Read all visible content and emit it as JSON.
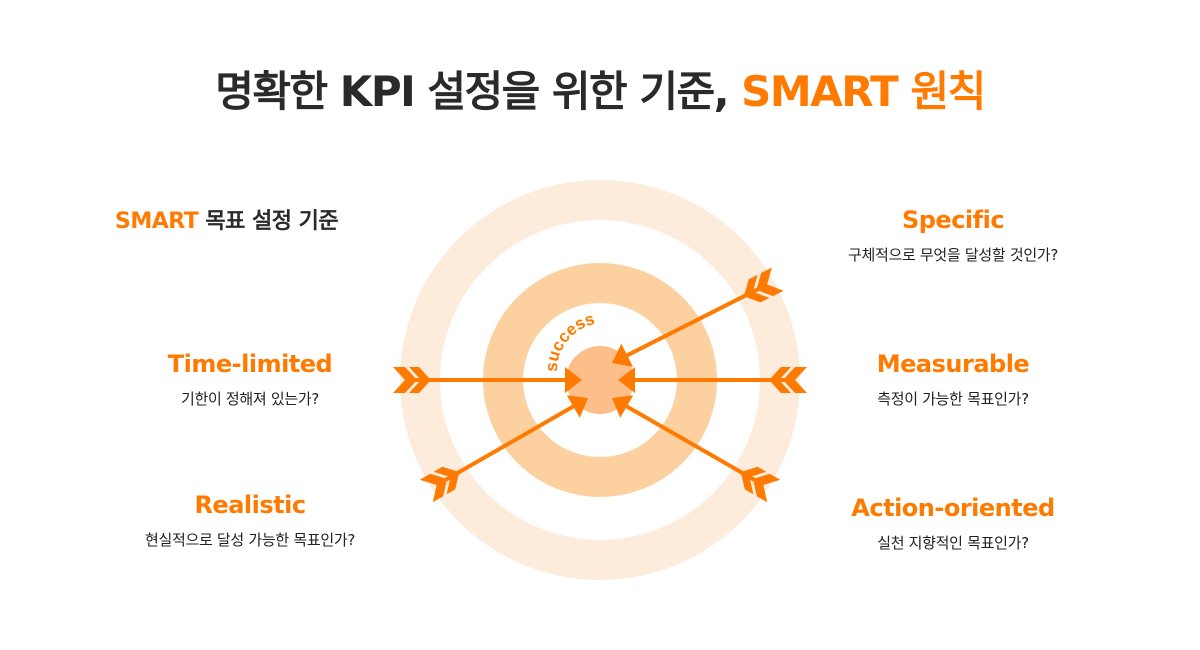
{
  "title": {
    "main": "명확한 KPI 설정을 위한 기준, ",
    "accent": "SMART 원칙"
  },
  "heading": {
    "accent": "SMART",
    "rest": " 목표 설정 기준"
  },
  "center_label": "success",
  "criteria": [
    {
      "title": "Specific",
      "desc": "구체적으로 무엇을 달성할 것인가?"
    },
    {
      "title": "Measurable",
      "desc": "측정이 가능한 목표인가?"
    },
    {
      "title": "Action-oriented",
      "desc": "실천 지향적인 목표인가?"
    },
    {
      "title": "Time-limited",
      "desc": "기한이 정해져 있는가?"
    },
    {
      "title": "Realistic",
      "desc": "현실적으로 달성 가능한 목표인가?"
    }
  ],
  "colors": {
    "accent": "#ff7a00",
    "outer_ring": "#fdebdb",
    "mid_ring": "#fdd0a0",
    "bullseye": "#fdbf89"
  }
}
